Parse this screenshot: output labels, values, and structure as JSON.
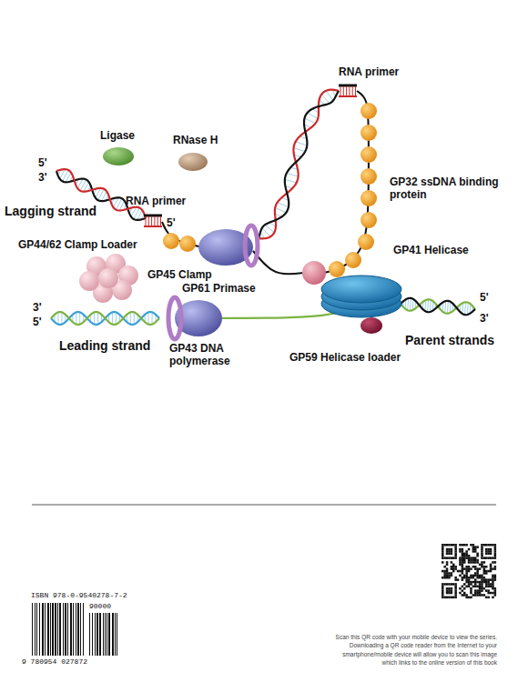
{
  "diagram": {
    "labels": [
      "Ligase",
      "RNase H",
      "RNA primer",
      "5'",
      "3'",
      "RNA primer",
      "5'",
      "GP32 ssDNA binding protein",
      "Lagging strand",
      "GP44/62 Clamp Loader",
      "GP41 Helicase",
      "GP45 Clamp",
      "GP61 Primase",
      "3'",
      "5'",
      "5'",
      "3'",
      "Leading strand",
      "GP43 DNA polymerase",
      "Parent strands",
      "GP59 Helicase loader",
      "ISBN 978-0-9540278-7-2",
      "90000",
      "9 780954 027872",
      "Scan this QR code with your mobile device to view the series. Downloading a QR code reader from the Internet to your smartphone/mobile device will allow you to scan this image which links to the online version of this book"
    ]
  }
}
